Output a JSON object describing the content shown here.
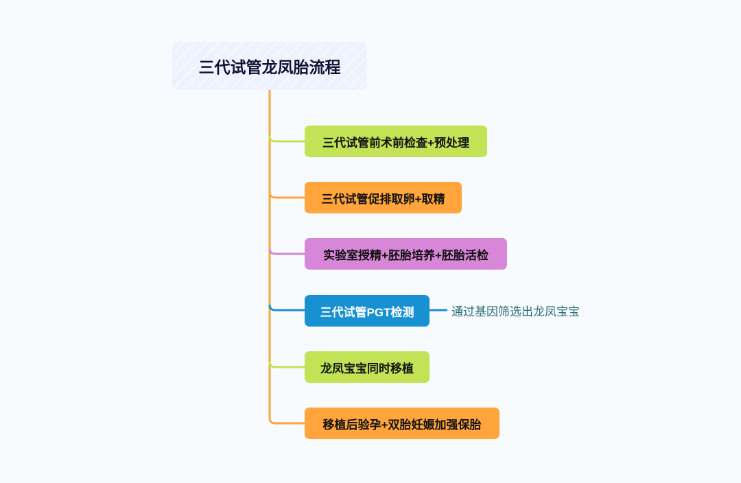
{
  "title": "三代试管龙凤胎流程",
  "steps": [
    {
      "label": "三代试管前术前检查+预处理",
      "color": "#c2e355",
      "line": "#c2e355",
      "text": "#111"
    },
    {
      "label": "三代试管促排取卵+取精",
      "color": "#ffa53b",
      "line": "#ffa53b",
      "text": "#111"
    },
    {
      "label": "实验室授精+胚胎培养+胚胎活检",
      "color": "#d886d8",
      "line": "#d886d8",
      "text": "#111"
    },
    {
      "label": "三代试管PGT检测",
      "color": "#1791d2",
      "line": "#1791d2",
      "text": "#ffffff"
    },
    {
      "label": "龙凤宝宝同时移植",
      "color": "#c2e355",
      "line": "#c2e355",
      "text": "#111"
    },
    {
      "label": "移植后验孕+双胎妊娠加强保胎",
      "color": "#ffa53b",
      "line": "#ffa53b",
      "text": "#111"
    }
  ],
  "note": "通过基因筛选出龙凤宝宝",
  "trunk_color": "#f5a93b"
}
